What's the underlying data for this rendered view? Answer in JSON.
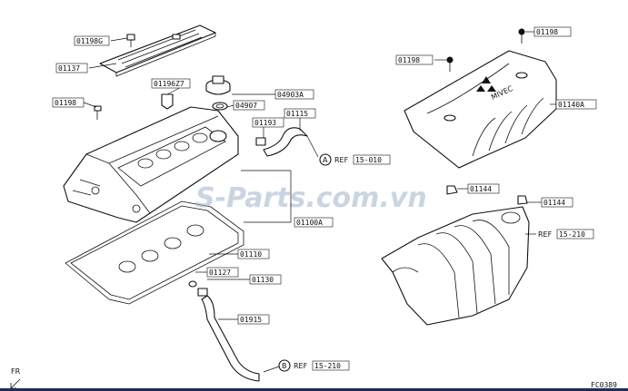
{
  "labels": {
    "p1": "01198G",
    "p2": "01137",
    "p3": "01198",
    "p4": "01196Z7",
    "p5": "04903A",
    "p6": "04907",
    "p7": "01193",
    "p8": "01115",
    "p9": "01100A",
    "p10": "01110",
    "p11": "01127",
    "p12": "01130",
    "p13": "01915",
    "r1": "01198",
    "r2": "01198",
    "r3": "01140A",
    "r4": "01144",
    "r5": "01144"
  },
  "refs": {
    "a_letter": "A",
    "a_text": "REF",
    "a_num": "15-010",
    "b_letter": "B",
    "b_text": "REF",
    "b_num": "15-210",
    "r_text": "REF",
    "r_num": "15-210"
  },
  "cover_brand": "MIVEC",
  "watermark": "S-Parts.com.vn",
  "fr": "FR",
  "figure_code": "FC0389"
}
